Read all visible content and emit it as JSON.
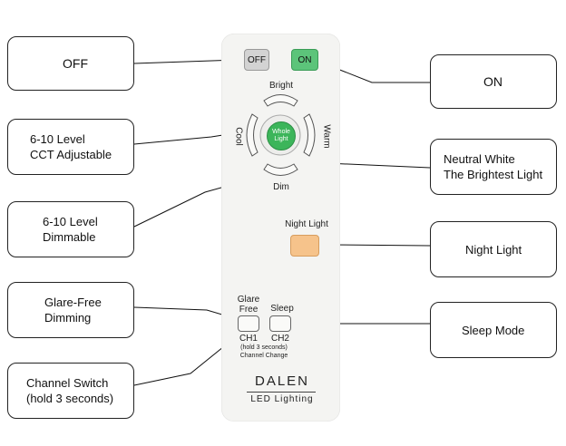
{
  "callouts": {
    "off": "OFF",
    "on": "ON",
    "cct": "6-10 Level\nCCT Adjustable",
    "neutral": "Neutral White\nThe Brightest Light",
    "dimmable": "6-10 Level\nDimmable",
    "night": "Night Light",
    "glare": "Glare-Free\nDimming",
    "sleep": "Sleep Mode",
    "channel": "Channel Switch\n(hold 3 seconds)"
  },
  "remote": {
    "off_label": "OFF",
    "on_label": "ON",
    "bright": "Bright",
    "dim": "Dim",
    "cool": "Cool",
    "warm": "Warm",
    "whole_light": "Whole\nLight",
    "night_light": "Night Light",
    "glare_free": "Glare\nFree",
    "sleep": "Sleep",
    "ch1": "CH1",
    "ch2": "CH2",
    "channel_note": "(hold 3 seconds)\nChannel Change",
    "brand": "DALEN",
    "brand_sub": "LED Lighting"
  },
  "colors": {
    "on_button": "#5cc47a",
    "whole_light": "#3cb55a",
    "night_light_button": "#f6c38b",
    "off_button": "#cfcfcf"
  }
}
